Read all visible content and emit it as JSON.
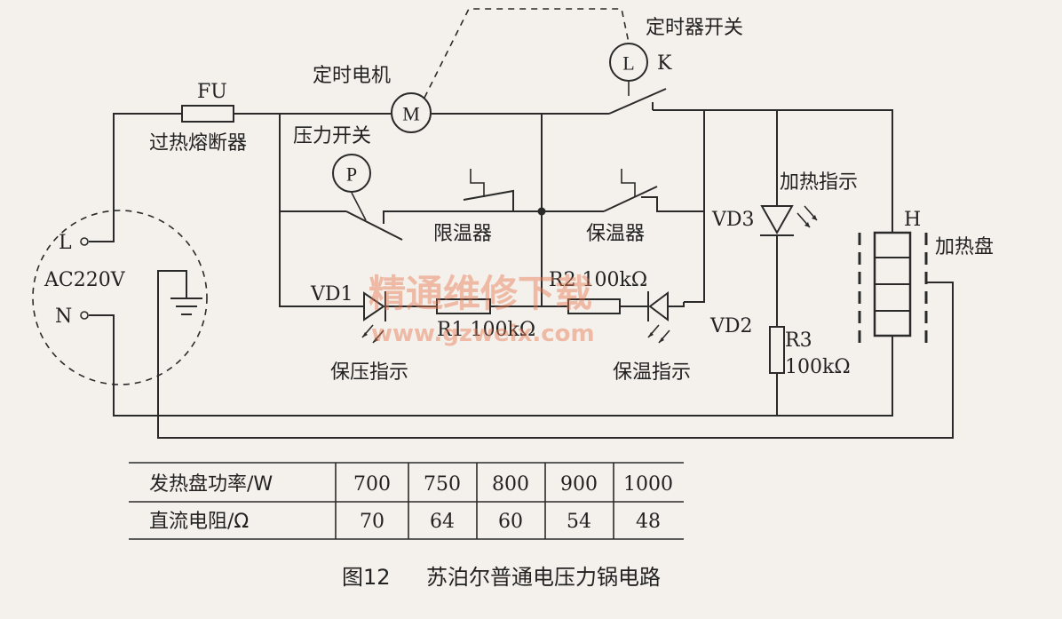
{
  "labels": {
    "fuse_code": "FU",
    "fuse_name": "过热熔断器",
    "motor_name": "定时电机",
    "motor_symbol": "M",
    "timer_switch": "定时器开关",
    "timer_symbol": "L",
    "k_label": "K",
    "pressure_switch": "压力开关",
    "pressure_symbol": "P",
    "limiter": "限温器",
    "keeper": "保温器",
    "heat_indicator": "加热指示",
    "vd3": "VD3",
    "h_label": "H",
    "heater": "加热盘",
    "l_terminal": "L",
    "n_terminal": "N",
    "ac": "AC220V",
    "vd1": "VD1",
    "vd2": "VD2",
    "r1": "R1 100kΩ",
    "r2": "R2 100kΩ",
    "r3_code": "R3",
    "r3_value": "100kΩ",
    "press_indicator": "保压指示",
    "keep_indicator": "保温指示"
  },
  "watermark": {
    "cn": "精通维修下载",
    "url": "www.gzweix.com"
  },
  "table": {
    "rows": [
      {
        "header": "发热盘功率/W",
        "cells": [
          "700",
          "750",
          "800",
          "900",
          "1000"
        ]
      },
      {
        "header": "直流电阻/Ω",
        "cells": [
          "70",
          "64",
          "60",
          "54",
          "48"
        ]
      }
    ]
  },
  "caption": {
    "fig": "图12",
    "title": "苏泊尔普通电压力锅电路"
  }
}
